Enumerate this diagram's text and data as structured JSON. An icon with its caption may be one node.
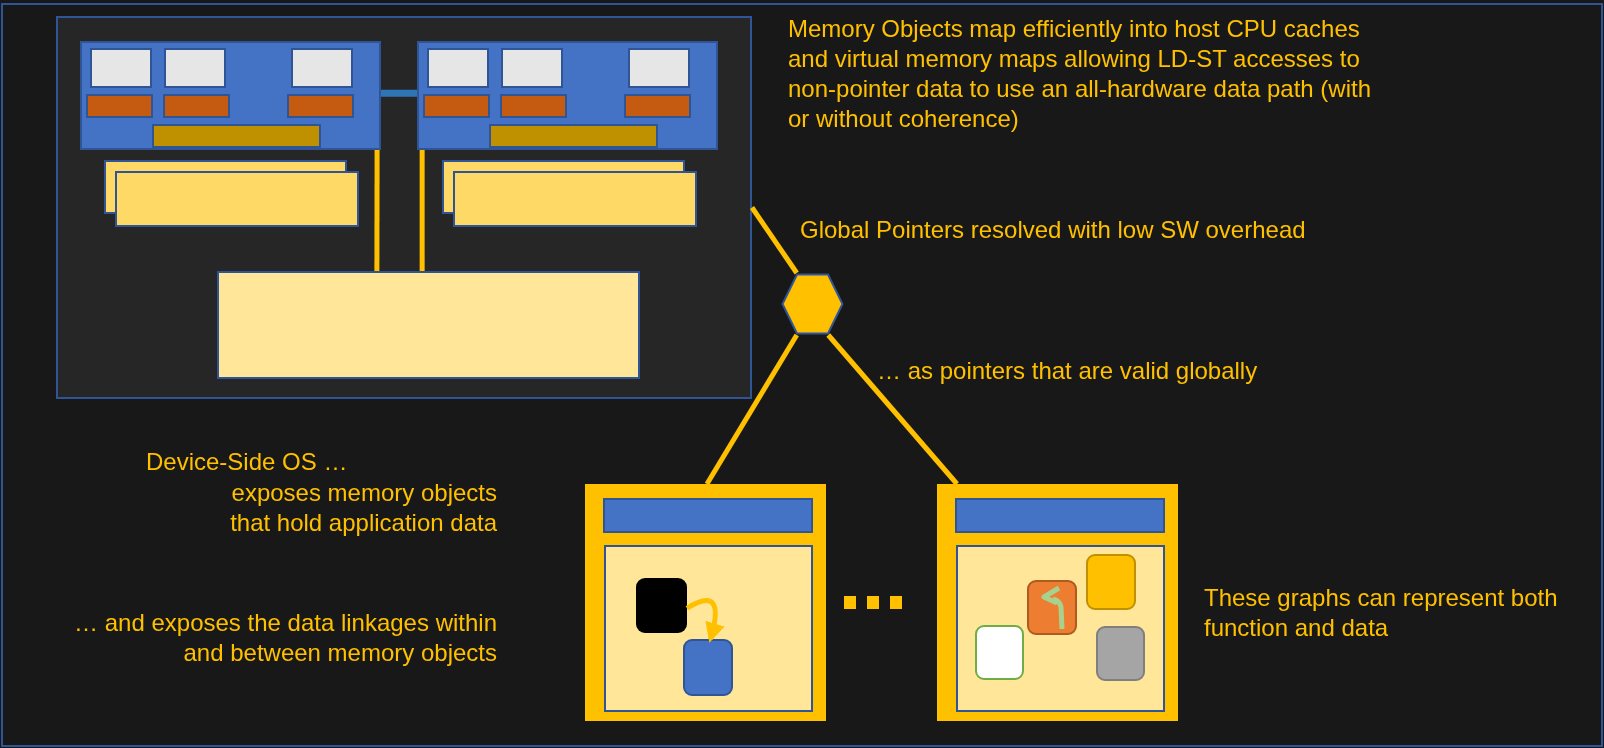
{
  "diagram": {
    "nodes": [
      {
        "text": [],
        "shape": "box"
      },
      {
        "text": [],
        "shape": "box",
        "in": 0
      },
      {
        "text": [],
        "shape": "box",
        "in": 0
      },
      {
        "text": [],
        "shape": "bar",
        "in": 1
      },
      {
        "text": [],
        "shape": "bar",
        "in": 2
      },
      {
        "text": [],
        "shape": "box",
        "in": 0
      },
      {
        "text": [],
        "shape": "box",
        "in": 0
      },
      {
        "text": [],
        "shape": "box",
        "in": 0
      },
      {
        "text": [],
        "shape": "hexagon"
      },
      {
        "text": [],
        "shape": "box"
      },
      {
        "text": [],
        "shape": "bar",
        "in": 9
      },
      {
        "text": [],
        "shape": "box",
        "in": 9
      },
      {
        "text": [],
        "shape": "box",
        "in": 9
      },
      {
        "text": [],
        "shape": "box"
      },
      {
        "text": [],
        "shape": "bar",
        "in": 13
      },
      {
        "text": [],
        "shape": "box",
        "in": 13
      },
      {
        "text": [],
        "shape": "box",
        "in": 13
      },
      {
        "text": [],
        "shape": "box",
        "in": 13
      },
      {
        "text": [],
        "shape": "box",
        "in": 13
      }
    ],
    "edges": [
      {
        "from": 1,
        "to": 2,
        "arrow": "none",
        "color": "#2e75b6"
      },
      {
        "from": 1,
        "to": 7,
        "arrow": "none"
      },
      {
        "from": 2,
        "to": 7,
        "arrow": "none"
      },
      {
        "from": 8,
        "to": 0,
        "arrow": "none"
      },
      {
        "from": 8,
        "to": 9,
        "arrow": "none"
      },
      {
        "from": 8,
        "to": 13,
        "arrow": "none"
      },
      {
        "from": 11,
        "to": 12,
        "arrow": "to"
      }
    ],
    "labels": [
      "Memory Objects map efficiently into host CPU caches and virtual memory maps allowing LD-ST accesses to non-pointer data to use an all-hardware data path (with or without coherence)",
      "Global Pointers resolved with low SW overhead",
      "… as pointers that are valid globally",
      "Device-Side OS …",
      "exposes memory objects that hold application data",
      "… and exposes the data linkages within and between memory objects",
      "These graphs can represent both function and data"
    ]
  }
}
